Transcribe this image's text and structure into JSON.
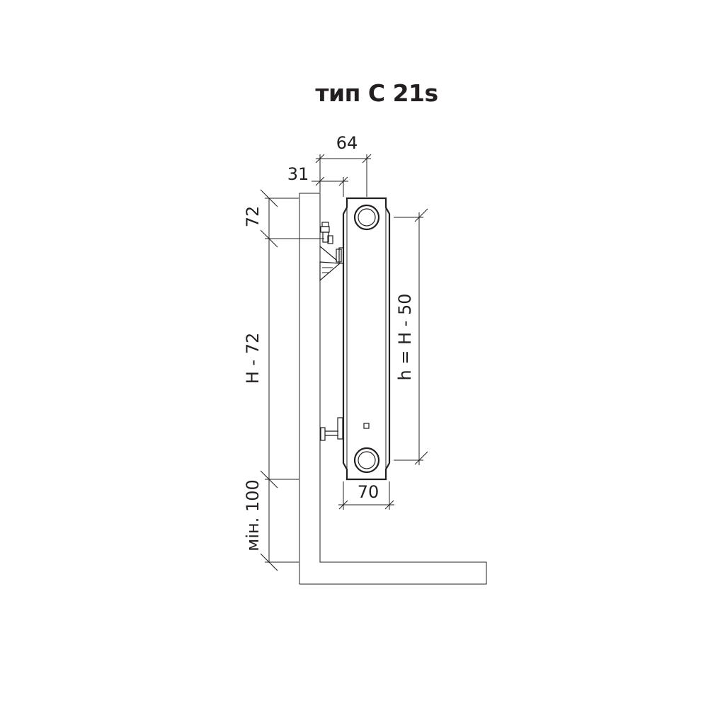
{
  "title": "тип С 21s",
  "dimensions": {
    "depth_total": "64",
    "bracket_offset": "31",
    "top_offset": "72",
    "mount_height": "H - 72",
    "floor_clearance": "мін. 100",
    "pipe_spacing": "h = H - 50",
    "panel_width": "70"
  },
  "colors": {
    "line": "#231f20",
    "hatch": "#231f20",
    "background": "#ffffff"
  }
}
